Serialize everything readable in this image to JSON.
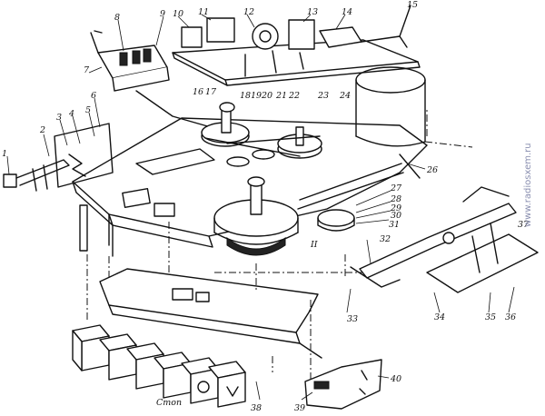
{
  "labels": [
    {
      "id": "1",
      "text": "1"
    },
    {
      "id": "2",
      "text": "2"
    },
    {
      "id": "3",
      "text": "3"
    },
    {
      "id": "4",
      "text": "4"
    },
    {
      "id": "5",
      "text": "5"
    },
    {
      "id": "6",
      "text": "6"
    },
    {
      "id": "7",
      "text": "7"
    },
    {
      "id": "8",
      "text": "8"
    },
    {
      "id": "9",
      "text": "9"
    },
    {
      "id": "10",
      "text": "10"
    },
    {
      "id": "11",
      "text": "11"
    },
    {
      "id": "12",
      "text": "12"
    },
    {
      "id": "13",
      "text": "13"
    },
    {
      "id": "14",
      "text": "14"
    },
    {
      "id": "15",
      "text": "15"
    },
    {
      "id": "16",
      "text": "16"
    },
    {
      "id": "17",
      "text": "17"
    },
    {
      "id": "18",
      "text": "18"
    },
    {
      "id": "19",
      "text": "19"
    },
    {
      "id": "20",
      "text": "20"
    },
    {
      "id": "21",
      "text": "21"
    },
    {
      "id": "22",
      "text": "22"
    },
    {
      "id": "23",
      "text": "23"
    },
    {
      "id": "24",
      "text": "24"
    },
    {
      "id": "26",
      "text": "26"
    },
    {
      "id": "27",
      "text": "27"
    },
    {
      "id": "28",
      "text": "28"
    },
    {
      "id": "29",
      "text": "29"
    },
    {
      "id": "30",
      "text": "30"
    },
    {
      "id": "31",
      "text": "31"
    },
    {
      "id": "32",
      "text": "32"
    },
    {
      "id": "33",
      "text": "33"
    },
    {
      "id": "34",
      "text": "34"
    },
    {
      "id": "35",
      "text": "35"
    },
    {
      "id": "36",
      "text": "36"
    },
    {
      "id": "37",
      "text": "37"
    },
    {
      "id": "38",
      "text": "38"
    },
    {
      "id": "39",
      "text": "39"
    },
    {
      "id": "40",
      "text": "40"
    },
    {
      "id": "II",
      "text": "II"
    }
  ],
  "stop_label": "Стоп",
  "watermark": "www.radiosxem.ru"
}
